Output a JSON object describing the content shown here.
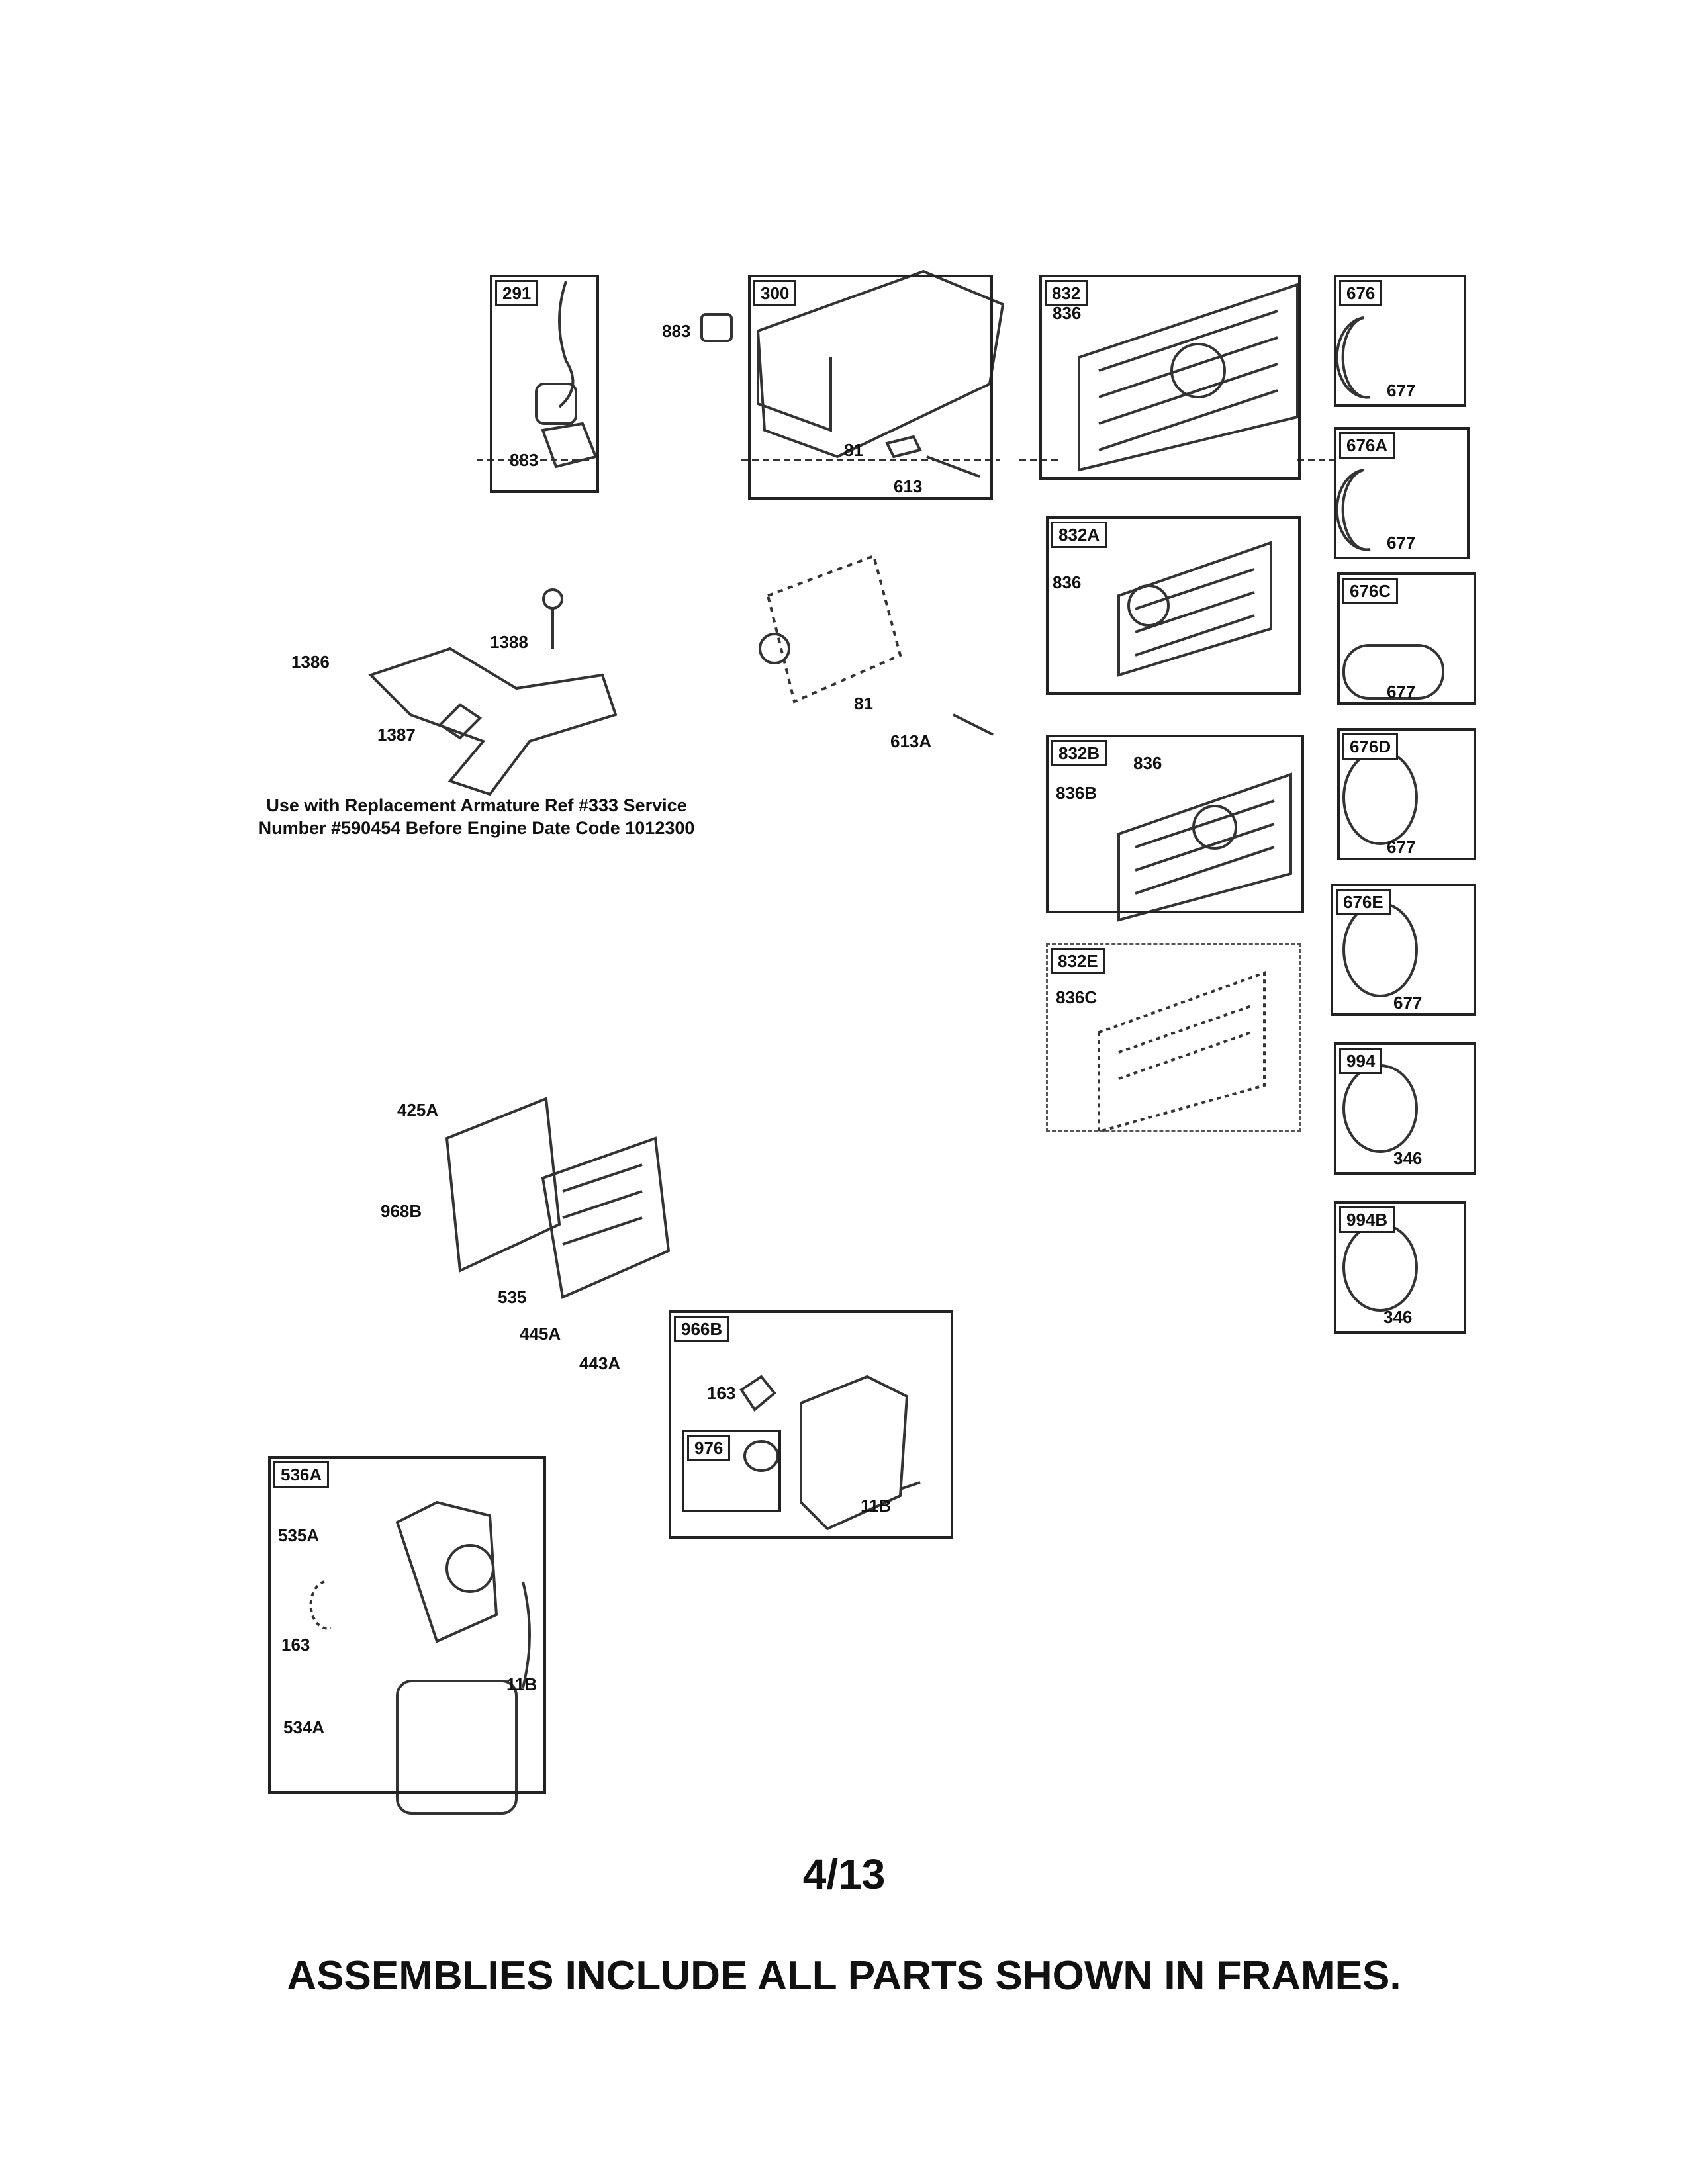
{
  "frames": {
    "f291": "291",
    "f300": "300",
    "f832": "832",
    "f676": "676",
    "f676A": "676A",
    "f832A": "832A",
    "f676C": "676C",
    "f832B": "832B",
    "f676D": "676D",
    "f676E": "676E",
    "f832E": "832E",
    "f994": "994",
    "f994B": "994B",
    "f966B": "966B",
    "f976": "976",
    "f536A": "536A"
  },
  "labels": {
    "l883a": "883",
    "l883b": "883",
    "l81a": "81",
    "l613": "613",
    "l836a": "836",
    "l677a": "677",
    "l677b": "677",
    "l836b": "836",
    "l677c": "677",
    "l836c": "836",
    "l836B": "836B",
    "l677d": "677",
    "l836C": "836C",
    "l677e": "677",
    "l346a": "346",
    "l346b": "346",
    "l1386": "1386",
    "l1388": "1388",
    "l1387": "1387",
    "l81b": "81",
    "l613A": "613A",
    "l425A": "425A",
    "l968B": "968B",
    "l535": "535",
    "l445A": "445A",
    "l443A": "443A",
    "l163a": "163",
    "l11Ba": "11B",
    "l535A": "535A",
    "l163b": "163",
    "l534A": "534A",
    "l11Bb": "11B"
  },
  "note": {
    "line1": "Use with Replacement Armature Ref #333 Service",
    "line2": "Number #590454 Before Engine Date Code 1012300"
  },
  "page_number": "4/13",
  "footer": "ASSEMBLIES INCLUDE ALL PARTS SHOWN IN FRAMES."
}
